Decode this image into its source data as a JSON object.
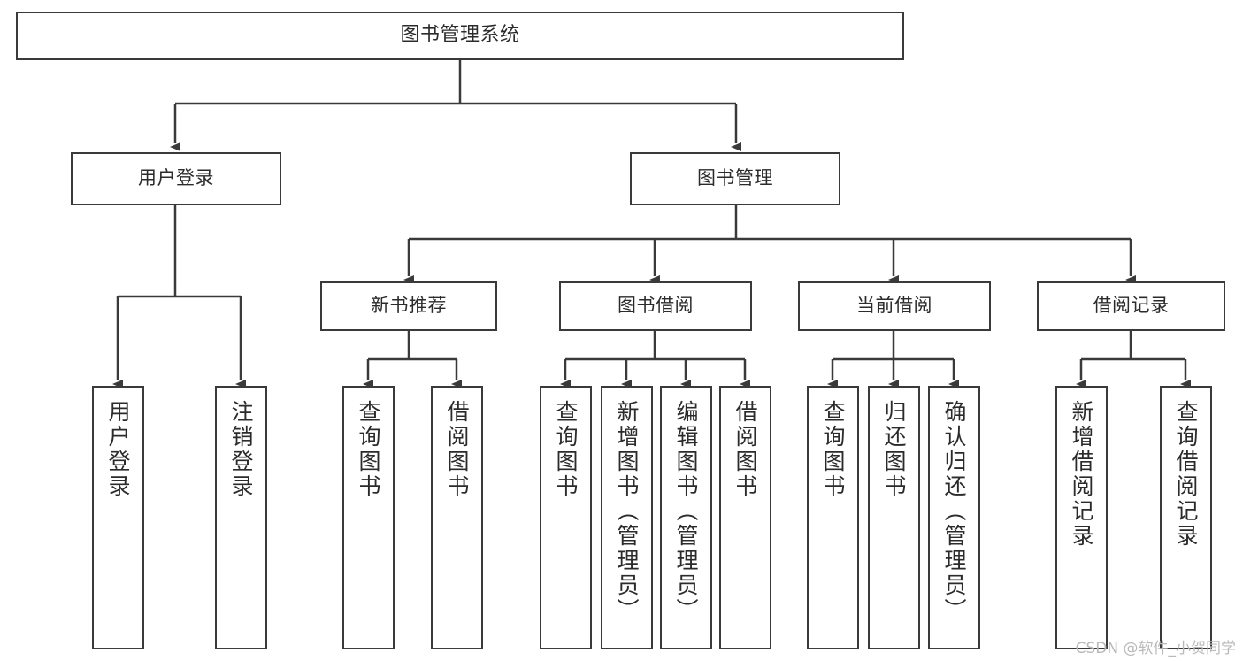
{
  "diagram": {
    "title": "图书管理系统",
    "watermark": "CSDN @软件_小贺同学",
    "stroke_color": "#3a3a3a",
    "text_color": "#2b2b2b",
    "background": "#ffffff",
    "nodes": {
      "root": "图书管理系统",
      "level2": {
        "user_login": "用户登录",
        "book_manage": "图书管理"
      },
      "level3": {
        "new_book_rec": "新书推荐",
        "book_borrow": "图书借阅",
        "current_borrow": "当前借阅",
        "borrow_record": "借阅记录"
      },
      "leaves": {
        "user_login_1": "用户登录",
        "user_login_2": "注销登录",
        "new_book_rec_1": "查询图书",
        "new_book_rec_2": "借阅图书",
        "book_borrow_1": "查询图书",
        "book_borrow_2": "新增图书（管理员）",
        "book_borrow_3": "编辑图书（管理员）",
        "book_borrow_4": "借阅图书",
        "current_borrow_1": "查询图书",
        "current_borrow_2": "归还图书",
        "current_borrow_3": "确认归还（管理员）",
        "borrow_record_1": "新增借阅记录",
        "borrow_record_2": "查询借阅记录"
      }
    }
  }
}
